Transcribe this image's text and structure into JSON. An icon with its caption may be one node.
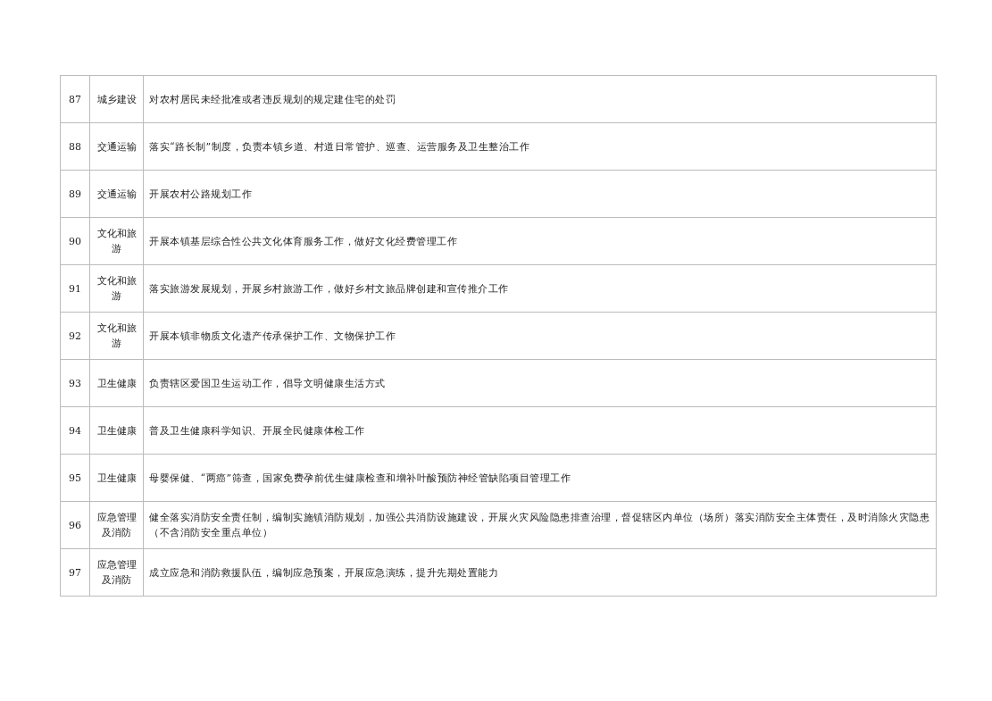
{
  "diagram": {
    "labels": [
      "87",
      "城乡建设",
      "对农村居民未经批准或者违反规划的规定建住宅的处罚",
      "88",
      "交通运输",
      "落实“路长制”制度，负责本镇乡道、村道日常管护、巡查、运营服务及卫生整治工作",
      "89",
      "交通运输",
      "开展农村公路规划工作",
      "90",
      "文化和旅游",
      "开展本镇基层综合性公共文化体育服务工作，做好文化经费管理工作",
      "91",
      "文化和旅游",
      "落实旅游发展规划，开展乡村旅游工作，做好乡村文旅品牌创建和宣传推介工作",
      "92",
      "文化和旅游",
      "开展本镇非物质文化遗产传承保护工作、文物保护工作",
      "93",
      "卫生健康",
      "负责辖区爱国卫生运动工作，倡导文明健康生活方式",
      "94",
      "卫生健康",
      "普及卫生健康科学知识、开展全民健康体检工作",
      "95",
      "卫生健康",
      "母婴保健、“两癌”筛查，国家免费孕前优生健康检查和增补叶酸预防神经管缺陷项目管理工作",
      "96",
      "应急管理及消防",
      "健全落实消防安全责任制，编制实施镇消防规划，加强公共消防设施建设，开展火灾风险隐患排查治理，督促辖区内单位（场所）落实消防安全主体责任，及时消除火灾隐患（不含消防安全重点单位）",
      "97",
      "应急管理及消防",
      "成立应急和消防救援队伍，编制应急预案，开展应急演练，提升先期处置能力"
    ]
  }
}
